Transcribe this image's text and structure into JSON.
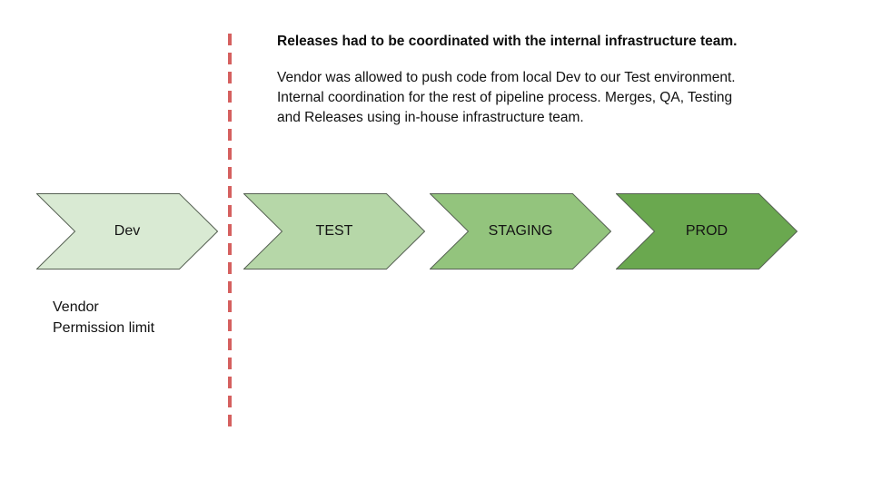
{
  "slide": {
    "background_color": "#ffffff"
  },
  "header": {
    "title": "Releases had to be coordinated with the internal infrastructure team.",
    "description_lines": [
      "Vendor was allowed to push code from local Dev to our Test environment.",
      "Internal coordination for the rest of pipeline process. Merges, QA, Testing",
      "and Releases using in-house infrastructure team."
    ]
  },
  "pipeline": {
    "stages": [
      {
        "label": "Dev",
        "fill": "#d9ead3"
      },
      {
        "label": "TEST",
        "fill": "#b6d7a8"
      },
      {
        "label": "STAGING",
        "fill": "#93c47d"
      },
      {
        "label": "PROD",
        "fill": "#6aa84f"
      }
    ],
    "outline_color": "#556052"
  },
  "boundary": {
    "line_color": "#d5605f",
    "label_lines": [
      "Vendor",
      "Permission limit"
    ]
  }
}
